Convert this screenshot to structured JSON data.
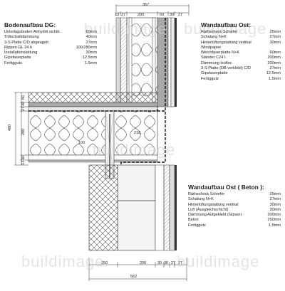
{
  "boden": {
    "title": "Bodenaufbau DG:",
    "rows": [
      {
        "name": "Unterlagsboden Anhydrit sichtb.",
        "value": "60mm"
      },
      {
        "name": "Trittschalldämmung",
        "value": "40mm"
      },
      {
        "name": "3-S Platte C/D abgeagelt",
        "value": "27mm"
      },
      {
        "name": "Rippen GL 24 h",
        "value": "100/280mm"
      },
      {
        "name": "Installationslattung",
        "value": "30mm"
      },
      {
        "name": "Gipsfaserplatte",
        "value": "12.5mm"
      },
      {
        "name": "Fertiggutz",
        "value": "1.5mm"
      }
    ]
  },
  "wand_ost": {
    "title": "Wandaufbau Ost:",
    "rows": [
      {
        "name": "Rathscheck Schiefer",
        "value": "25mm"
      },
      {
        "name": "Schalung N+K",
        "value": "27mm"
      },
      {
        "name": "Hinterlüftungslattung vertikal",
        "value": "30mm"
      },
      {
        "name": "Windpapier",
        "value": ""
      },
      {
        "name": "Weichfaserplatte N+K",
        "value": "60mm"
      },
      {
        "name": "Ständer C24 I",
        "value": "200mm"
      },
      {
        "name": "Dämmung Isofloc",
        "value": "200mm"
      },
      {
        "name": "3-S Platte (DB verklebt) C/D",
        "value": "27mm"
      },
      {
        "name": "Gipsfaserplatte",
        "value": "12.5mm"
      },
      {
        "name": "Fertiggutz",
        "value": "1.5mm"
      }
    ]
  },
  "wand_beton": {
    "title": "Wandaufbau Ost ( Beton ):",
    "rows": [
      {
        "name": "Rathscheck Schiefer",
        "value": "25mm"
      },
      {
        "name": "Schalung N+K",
        "value": "27mm"
      },
      {
        "name": "Hinterlüftungslattung vertikal",
        "value": "30mm"
      },
      {
        "name": "Luft (Ausgleichschicht)",
        "value": "30mm"
      },
      {
        "name": "Dämmung Aufgeklebt (Gipser)",
        "value": "200mm"
      },
      {
        "name": "Beton",
        "value": "250mm"
      },
      {
        "name": "Fertiggutz",
        "value": "1.5mm"
      }
    ]
  },
  "dims": {
    "top_total": "357",
    "top": [
      "13",
      "27",
      "200",
      "60",
      "30",
      "27"
    ],
    "left_total": "480",
    "left": [
      "60",
      "40",
      "27",
      "280",
      "30",
      "13"
    ],
    "bottom": [
      "250",
      "200",
      "30",
      "30",
      "27",
      "27"
    ],
    "bottom_total": "562",
    "rib_width": "100",
    "rib_height": "218"
  },
  "watermark": "buildimage"
}
